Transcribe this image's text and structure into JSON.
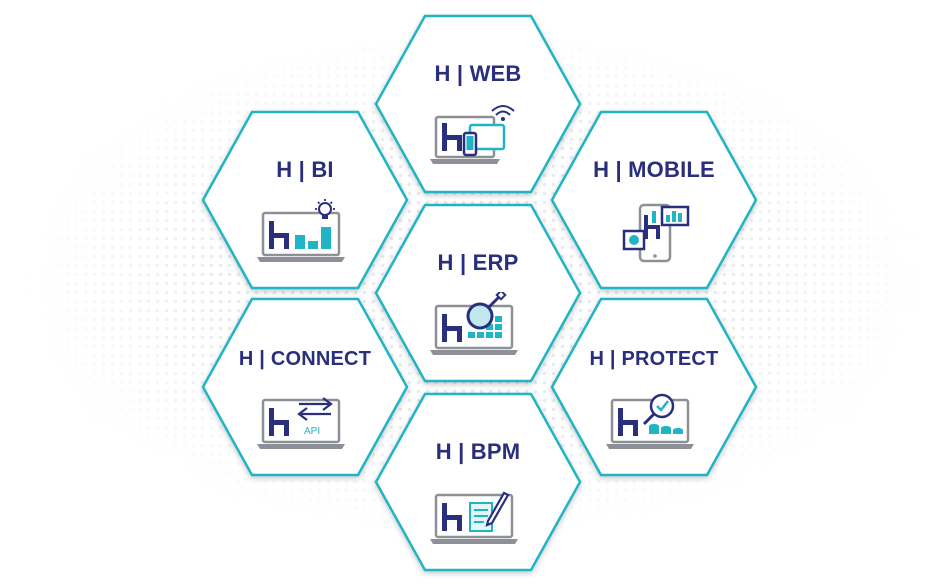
{
  "colors": {
    "hex_border": "#1fb5c4",
    "title_text": "#2a2f7d",
    "accent_teal": "#1fb5c4",
    "navy": "#2a2f7d",
    "laptop_gray": "#8d9097"
  },
  "modules": [
    {
      "id": "web",
      "label": "H | WEB",
      "icon": "laptop-phone-wifi-icon"
    },
    {
      "id": "bi",
      "label": "H | BI",
      "icon": "laptop-bar-chart-lightbulb-icon"
    },
    {
      "id": "mobile",
      "label": "H | MOBILE",
      "icon": "phone-chart-icon"
    },
    {
      "id": "erp",
      "label": "H | ERP",
      "icon": "laptop-magnifier-grid-icon"
    },
    {
      "id": "connect",
      "label": "H | CONNECT",
      "icon": "laptop-api-arrows-icon",
      "icon_text": "API"
    },
    {
      "id": "protect",
      "label": "H | PROTECT",
      "icon": "laptop-magnifier-check-icon"
    },
    {
      "id": "bpm",
      "label": "H | BPM",
      "icon": "laptop-document-pen-icon"
    }
  ]
}
